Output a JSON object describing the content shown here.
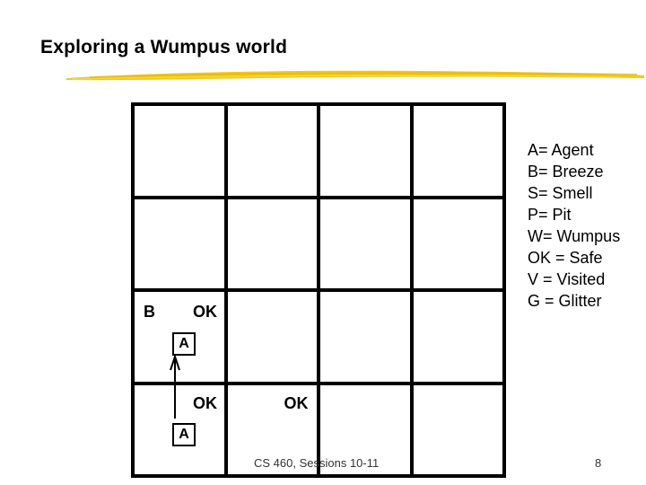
{
  "slide": {
    "title": "Exploring a Wumpus world",
    "footer_course": "CS 460,  Sessions 10-11",
    "page_number": "8"
  },
  "grid": {
    "cell_3_1_b": "B",
    "cell_3_1_ok": "OK",
    "cell_3_1_agent": "A",
    "cell_4_1_ok": "OK",
    "cell_4_1_agent": "A",
    "cell_4_2_ok": "OK"
  },
  "legend": [
    "A= Agent",
    "B= Breeze",
    "S= Smell",
    "P= Pit",
    "W= Wumpus",
    "OK = Safe",
    "V = Visited",
    "G = Glitter"
  ],
  "colors": {
    "accent_stroke": "#f2c81a",
    "grid_lines": "#000000"
  }
}
